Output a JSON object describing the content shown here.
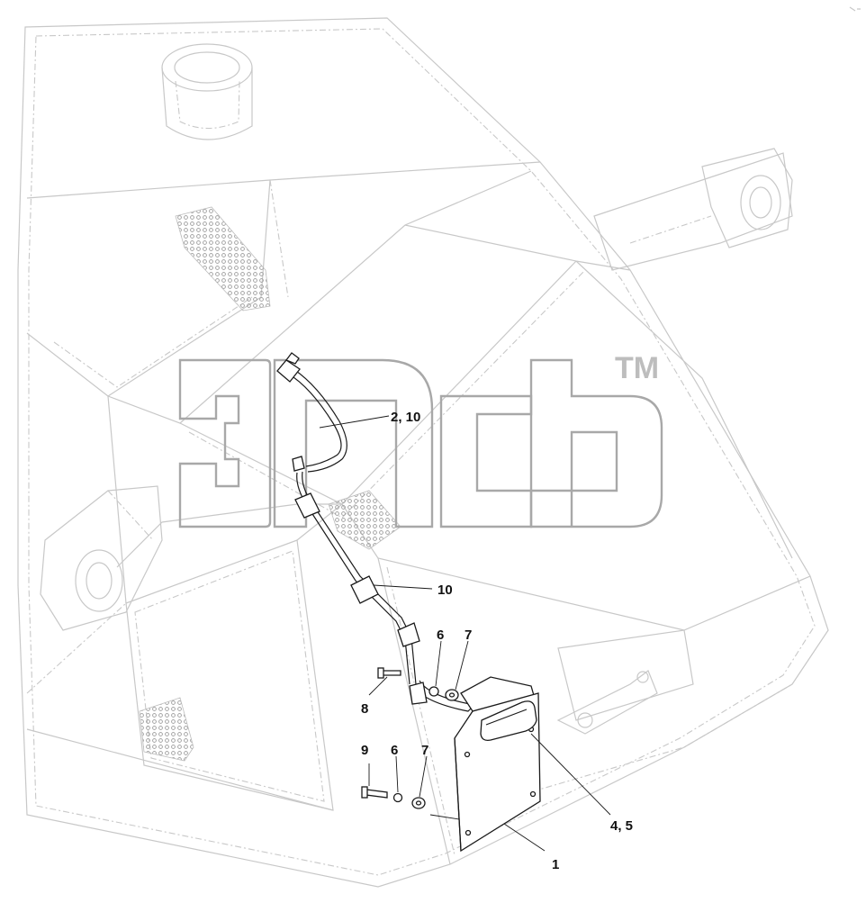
{
  "watermark": {
    "mark_text": "TM"
  },
  "callouts": {
    "c_2_10": "2, 10",
    "c_10": "10",
    "c_6a": "6",
    "c_7a": "7",
    "c_8": "8",
    "c_9": "9",
    "c_6b": "6",
    "c_7b": "7",
    "c_4_5": "4, 5",
    "c_1": "1"
  }
}
